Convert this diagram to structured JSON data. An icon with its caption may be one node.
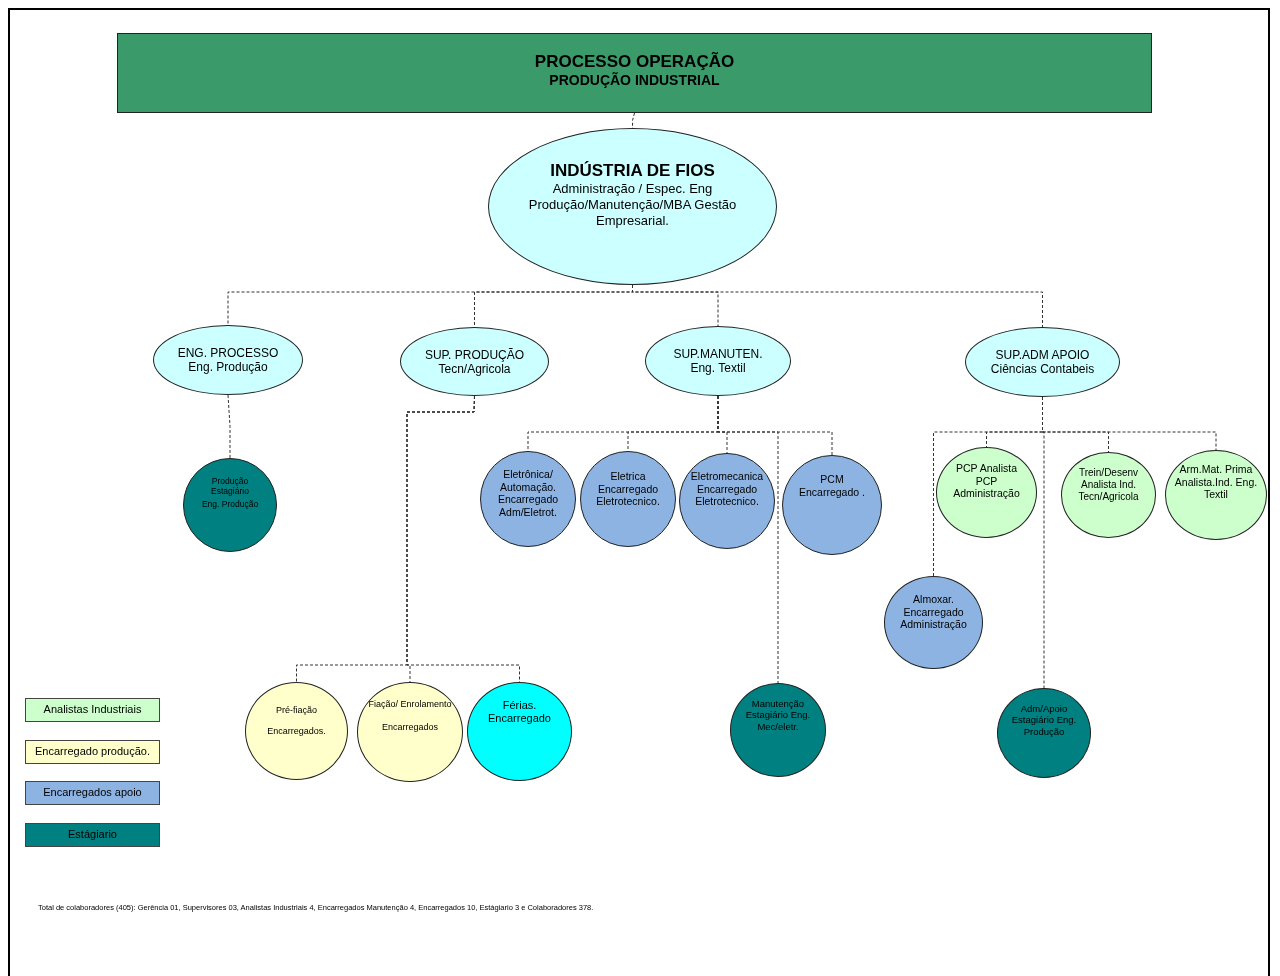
{
  "diagram": {
    "nodes": [
      {
        "text": [
          "PROCESSO OPERAÇÃO",
          "PRODUÇÃO INDUSTRIAL"
        ]
      },
      {
        "text": [
          "INDÚSTRIA DE FIOS",
          "Administração / Espec. Eng Produção/Manutenção/MBA Gestão Empresarial."
        ]
      },
      {
        "text": [
          "ENG. PROCESSO",
          "Eng. Produção"
        ]
      },
      {
        "text": [
          "SUP. PRODUÇÃO",
          "Tecn/Agricola"
        ]
      },
      {
        "text": [
          "SUP.MANUTEN.",
          "Eng. Textil"
        ]
      },
      {
        "text": [
          "SUP.ADM APOIO",
          "Ciências Contabeis"
        ]
      },
      {
        "text": [
          "Produção Estagiário",
          "Eng. Produção"
        ]
      },
      {
        "text": [
          "Eletrônica/ Automação. Encarregado Adm/Eletrot."
        ]
      },
      {
        "text": [
          "Eletrica Encarregado Eletrotecnico."
        ]
      },
      {
        "text": [
          "Eletromecanica Encarregado Eletrotecnico."
        ]
      },
      {
        "text": [
          "PCM Encarregado ."
        ]
      },
      {
        "text": [
          "Manutenção Estagiário Eng. Mec/eletr."
        ]
      },
      {
        "text": [
          "Pré-fiação",
          "Encarregados."
        ]
      },
      {
        "text": [
          "Fiação/ Enrolamento",
          "Encarregados"
        ]
      },
      {
        "text": [
          "Férias. Encarregado"
        ]
      },
      {
        "text": [
          "PCP Analista PCP Administração"
        ]
      },
      {
        "text": [
          "Trein/Desenv Analista Ind. Tecn/Agricola"
        ]
      },
      {
        "text": [
          "Arm.Mat. Prima Analista.Ind. Eng. Textil"
        ]
      },
      {
        "text": [
          "Almoxar. Encarregado Administração"
        ]
      },
      {
        "text": [
          "Adm/Apoio Estagiário Eng. Produção"
        ]
      }
    ],
    "edges": [
      {
        "from": 0,
        "to": 1,
        "arrow": "none",
        "style": "dashed"
      },
      {
        "from": 1,
        "to": 2,
        "arrow": "none",
        "style": "dashed"
      },
      {
        "from": 1,
        "to": 3,
        "arrow": "none",
        "style": "dashed"
      },
      {
        "from": 1,
        "to": 4,
        "arrow": "none",
        "style": "dashed"
      },
      {
        "from": 1,
        "to": 5,
        "arrow": "none",
        "style": "dashed"
      },
      {
        "from": 2,
        "to": 6,
        "arrow": "none",
        "style": "dashed"
      },
      {
        "from": 3,
        "to": 12,
        "arrow": "none",
        "style": "dashed"
      },
      {
        "from": 3,
        "to": 13,
        "arrow": "none",
        "style": "dashed"
      },
      {
        "from": 3,
        "to": 14,
        "arrow": "none",
        "style": "dashed"
      },
      {
        "from": 4,
        "to": 7,
        "arrow": "none",
        "style": "dashed"
      },
      {
        "from": 4,
        "to": 8,
        "arrow": "none",
        "style": "dashed"
      },
      {
        "from": 4,
        "to": 9,
        "arrow": "none",
        "style": "dashed"
      },
      {
        "from": 4,
        "to": 10,
        "arrow": "none",
        "style": "dashed"
      },
      {
        "from": 4,
        "to": 11,
        "arrow": "none",
        "style": "dashed"
      },
      {
        "from": 5,
        "to": 15,
        "arrow": "none",
        "style": "dashed"
      },
      {
        "from": 5,
        "to": 16,
        "arrow": "none",
        "style": "dashed"
      },
      {
        "from": 5,
        "to": 17,
        "arrow": "none",
        "style": "dashed"
      },
      {
        "from": 5,
        "to": 18,
        "arrow": "none",
        "style": "dashed"
      },
      {
        "from": 5,
        "to": 19,
        "arrow": "none",
        "style": "dashed"
      }
    ],
    "labels": [
      "Total de colaboradores (405): Gerência 01, Supervisores 03, Analistas Industriais 4, Encarregados Manutenção 4, Encarregados 10, Estágiario 3 e Colaboradores 378."
    ],
    "legend": [
      {
        "text": "Analistas Industriais",
        "color": "#ccffcc"
      },
      {
        "text": "Encarregado produção.",
        "color": "#ffffcc"
      },
      {
        "text": "Encarregados apoio",
        "color": "#8db3e2"
      },
      {
        "text": "Estágiario",
        "color": "#008080"
      }
    ]
  }
}
